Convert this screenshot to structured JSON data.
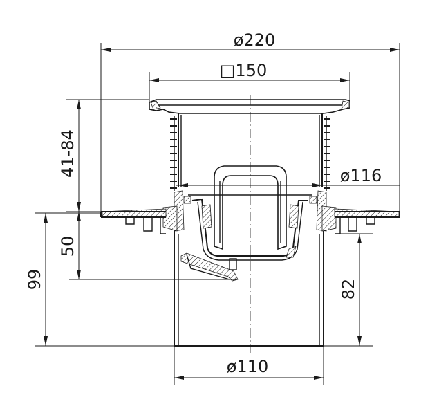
{
  "drawing": {
    "type": "floor-drain-cross-section",
    "dimensions": {
      "outer_flange_diameter": "ø220",
      "grate_square": "□150",
      "trap_diameter": "ø116",
      "height_range": "41-84",
      "flange_to_trap": "50",
      "total_height": "99",
      "outlet_height": "82",
      "outlet_diameter": "ø110"
    }
  }
}
